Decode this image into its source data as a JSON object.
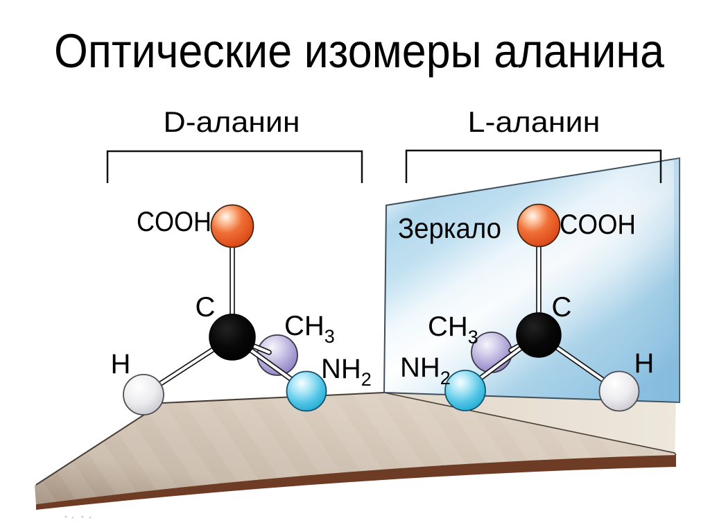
{
  "title": "Оптические изомеры аланина",
  "diagram": {
    "left_molecule": {
      "name": "D-аланин",
      "atoms": {
        "cooh": "COOH",
        "c": "C",
        "ch3_main": "CH",
        "ch3_sub": "3",
        "nh2_main": "NH",
        "nh2_sub": "2",
        "h": "H"
      }
    },
    "right_molecule": {
      "name": "L-аланин",
      "atoms": {
        "cooh": "COOH",
        "c": "C",
        "ch3_main": "CH",
        "ch3_sub": "3",
        "nh2_main": "NH",
        "nh2_sub": "2",
        "h": "H"
      }
    },
    "mirror": {
      "label": "Зеркало"
    },
    "colors": {
      "background": "#ffffff",
      "text": "#000000",
      "carboxyl_ball": "#e2541f",
      "carbon_ball": "#0a0a0a",
      "methyl_ball": "#a79dd2",
      "amino_ball": "#38b8de",
      "hydrogen_ball": "#d8d8dc",
      "mirror_blue": "#8fc3e2",
      "table_tan": "#d2c4b4",
      "table_edge_brown": "#6e3b24"
    }
  }
}
